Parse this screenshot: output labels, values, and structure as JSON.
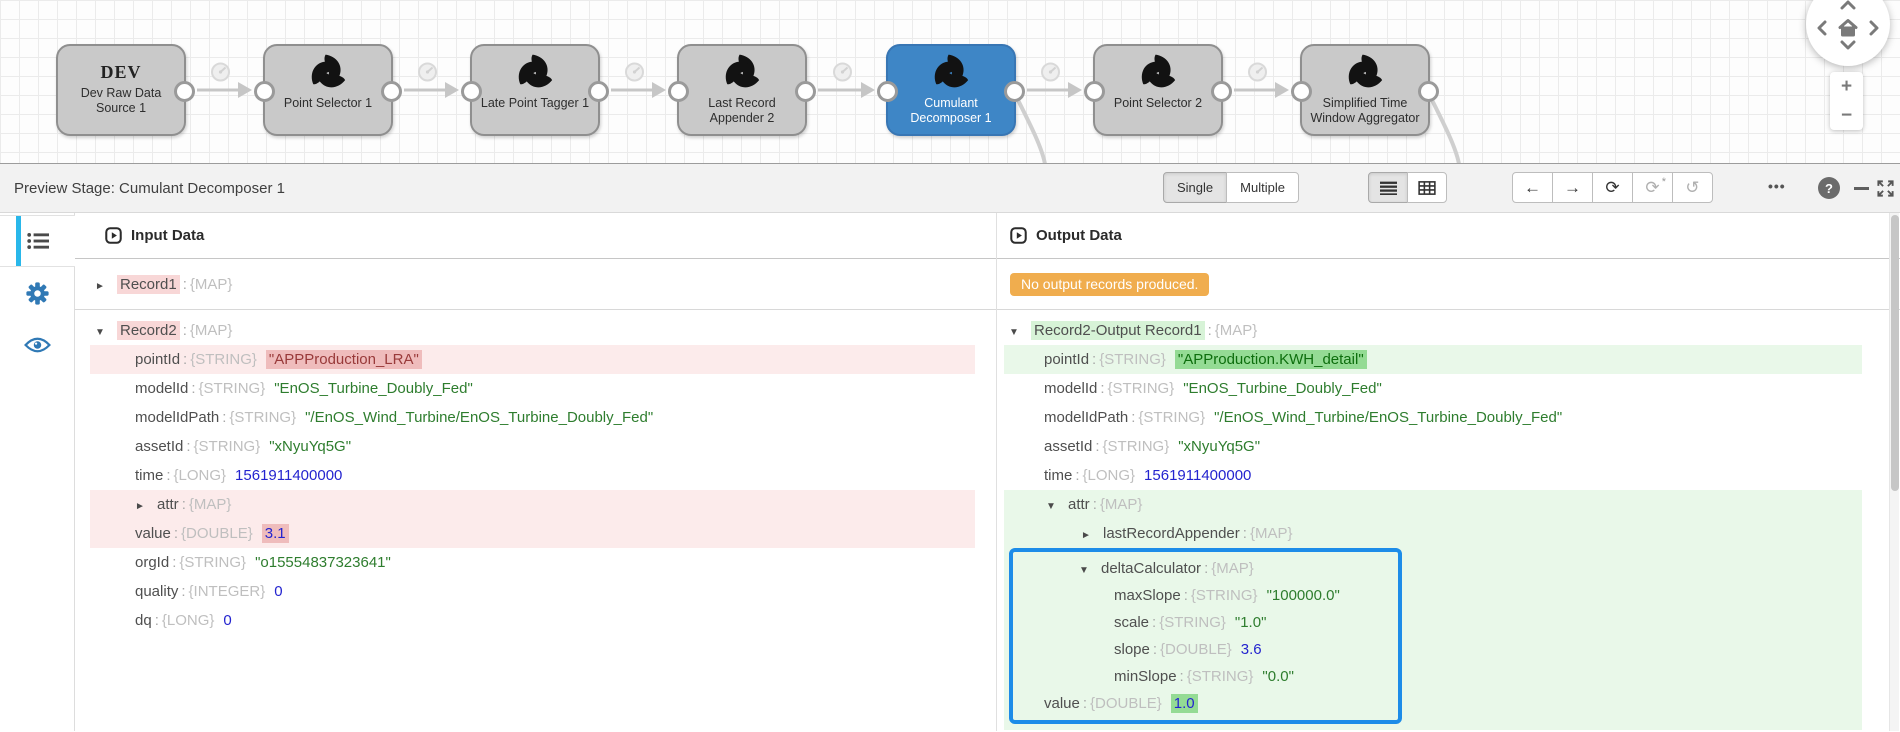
{
  "colors": {
    "selected_node": "#3e86c6",
    "notice_badge": "#f0ad4e",
    "selection_border": "#1d8ce8",
    "sidebar_accent": "#29b7ea",
    "sidebar_icon_blue": "#3079b5",
    "string_green": "#2e7d2e",
    "number_blue": "#2424cf",
    "pink_row": "#fcebeb",
    "green_row": "#e9f8e9"
  },
  "canvas": {
    "nodes": [
      {
        "badge": "DEV",
        "label": "Dev Raw Data Source 1",
        "icon": null,
        "selected": false,
        "has_input": false
      },
      {
        "label": "Point Selector 1",
        "icon": "swirl-logo",
        "selected": false,
        "has_input": true
      },
      {
        "label": "Late Point Tagger 1",
        "icon": "swirl-logo",
        "selected": false,
        "has_input": true
      },
      {
        "label": "Last Record Appender 2",
        "icon": "swirl-logo",
        "selected": false,
        "has_input": true
      },
      {
        "label": "Cumulant Decomposer 1",
        "icon": "swirl-logo",
        "selected": true,
        "has_input": true
      },
      {
        "label": "Point Selector 2",
        "icon": "swirl-logo",
        "selected": false,
        "has_input": true
      },
      {
        "label": "Simplified Time Window Aggregator",
        "icon": "swirl-logo",
        "selected": false,
        "has_input": true
      }
    ],
    "zoom_controls": {
      "zoom_in": "+",
      "zoom_out": "−"
    }
  },
  "header": {
    "title": "Preview Stage: Cumulant Decomposer 1",
    "mode_toggle": {
      "options": [
        "Single",
        "Multiple"
      ],
      "active": "Single"
    },
    "view_toggle": {
      "options": [
        "list-view",
        "table-view"
      ],
      "active": "list-view"
    },
    "nav_buttons": [
      {
        "name": "previous",
        "icon": "←",
        "enabled": true
      },
      {
        "name": "next",
        "icon": "→",
        "enabled": true
      },
      {
        "name": "refresh",
        "icon": "⟳",
        "enabled": true
      },
      {
        "name": "refresh-new",
        "icon": "⟳",
        "suffix": "*",
        "enabled": false
      },
      {
        "name": "revert",
        "icon": "↺",
        "enabled": false
      }
    ],
    "more_label": "•••",
    "help_label": "?"
  },
  "sidebar": {
    "items": [
      {
        "name": "records",
        "icon": "list-icon",
        "active": true
      },
      {
        "name": "stage-configuration",
        "icon": "gear-icon",
        "active": false
      },
      {
        "name": "preview-eye",
        "icon": "eye-icon",
        "active": false
      }
    ]
  },
  "input_panel": {
    "title": "Input Data",
    "record1": {
      "arrow": "right",
      "key": "Record1",
      "type": "{MAP}",
      "chip": "pink",
      "record": true,
      "indent": 0
    },
    "record2_header": {
      "arrow": "down",
      "key": "Record2",
      "type": "{MAP}",
      "chip": "pink",
      "record": true,
      "indent": 0
    },
    "record2_rows": [
      {
        "key": "pointId",
        "type": "{STRING}",
        "value": "\"APPProduction_LRA\"",
        "vtype": "string",
        "vchip": "pink",
        "row": "pink",
        "indent": 1
      },
      {
        "key": "modelId",
        "type": "{STRING}",
        "value": "\"EnOS_Turbine_Doubly_Fed\"",
        "vtype": "string",
        "indent": 1
      },
      {
        "key": "modelIdPath",
        "type": "{STRING}",
        "value": "\"/EnOS_Wind_Turbine/EnOS_Turbine_Doubly_Fed\"",
        "vtype": "string",
        "indent": 1
      },
      {
        "key": "assetId",
        "type": "{STRING}",
        "value": "\"xNyuYq5G\"",
        "vtype": "string",
        "indent": 1
      },
      {
        "key": "time",
        "type": "{LONG}",
        "value": "1561911400000",
        "vtype": "number",
        "indent": 1
      },
      {
        "key": "attr",
        "type": "{MAP}",
        "arrow": "right",
        "row": "pink",
        "indent": 1
      },
      {
        "key": "value",
        "type": "{DOUBLE}",
        "value": "3.1",
        "vtype": "number",
        "vchip": "pink",
        "row": "pink",
        "indent": 1
      },
      {
        "key": "orgId",
        "type": "{STRING}",
        "value": "\"o15554837323641\"",
        "vtype": "string",
        "indent": 1
      },
      {
        "key": "quality",
        "type": "{INTEGER}",
        "value": "0",
        "vtype": "number",
        "indent": 1
      },
      {
        "key": "dq",
        "type": "{LONG}",
        "value": "0",
        "vtype": "number",
        "indent": 1
      }
    ]
  },
  "output_panel": {
    "title": "Output Data",
    "notice": "No output records produced.",
    "record_header": {
      "arrow": "down",
      "key": "Record2-Output Record1",
      "type": "{MAP}",
      "chip": "green",
      "record": true,
      "indent": 0
    },
    "rows_top": [
      {
        "key": "pointId",
        "type": "{STRING}",
        "value": "\"APProduction.KWH_detail\"",
        "vtype": "string",
        "vchip": "green",
        "row": "green",
        "indent": 1
      },
      {
        "key": "modelId",
        "type": "{STRING}",
        "value": "\"EnOS_Turbine_Doubly_Fed\"",
        "vtype": "string",
        "indent": 1
      },
      {
        "key": "modelIdPath",
        "type": "{STRING}",
        "value": "\"/EnOS_Wind_Turbine/EnOS_Turbine_Doubly_Fed\"",
        "vtype": "string",
        "indent": 1
      },
      {
        "key": "assetId",
        "type": "{STRING}",
        "value": "\"xNyuYq5G\"",
        "vtype": "string",
        "indent": 1
      },
      {
        "key": "time",
        "type": "{LONG}",
        "value": "1561911400000",
        "vtype": "number",
        "indent": 1
      }
    ],
    "rows_green": [
      {
        "key": "attr",
        "type": "{MAP}",
        "arrow": "down",
        "indent": 1
      },
      {
        "key": "lastRecordAppender",
        "type": "{MAP}",
        "arrow": "right",
        "indent": 2
      }
    ],
    "rows_box": [
      {
        "key": "deltaCalculator",
        "type": "{MAP}",
        "arrow": "down",
        "indent": 2
      },
      {
        "key": "maxSlope",
        "type": "{STRING}",
        "value": "\"100000.0\"",
        "vtype": "string",
        "indent": 3
      },
      {
        "key": "scale",
        "type": "{STRING}",
        "value": "\"1.0\"",
        "vtype": "string",
        "indent": 3
      },
      {
        "key": "slope",
        "type": "{DOUBLE}",
        "value": "3.6",
        "vtype": "number",
        "indent": 3
      },
      {
        "key": "minSlope",
        "type": "{STRING}",
        "value": "\"0.0\"",
        "vtype": "string",
        "indent": 3
      },
      {
        "key": "value",
        "type": "{DOUBLE}",
        "value": "1.0",
        "vtype": "number",
        "vchip": "green",
        "indent": 1
      }
    ]
  }
}
